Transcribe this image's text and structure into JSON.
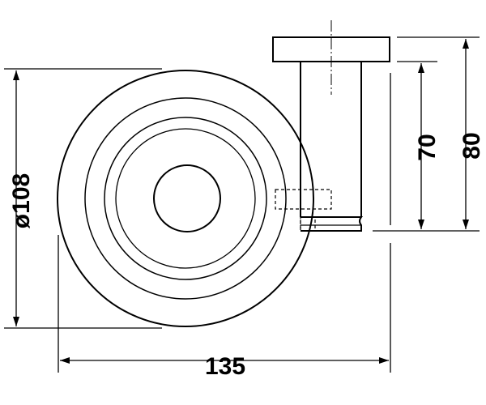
{
  "drawing": {
    "dimensions": {
      "diameter": "ø108",
      "width": "135",
      "height_inner": "70",
      "height_total": "80"
    },
    "colors": {
      "line": "#000000",
      "background": "#ffffff"
    }
  }
}
